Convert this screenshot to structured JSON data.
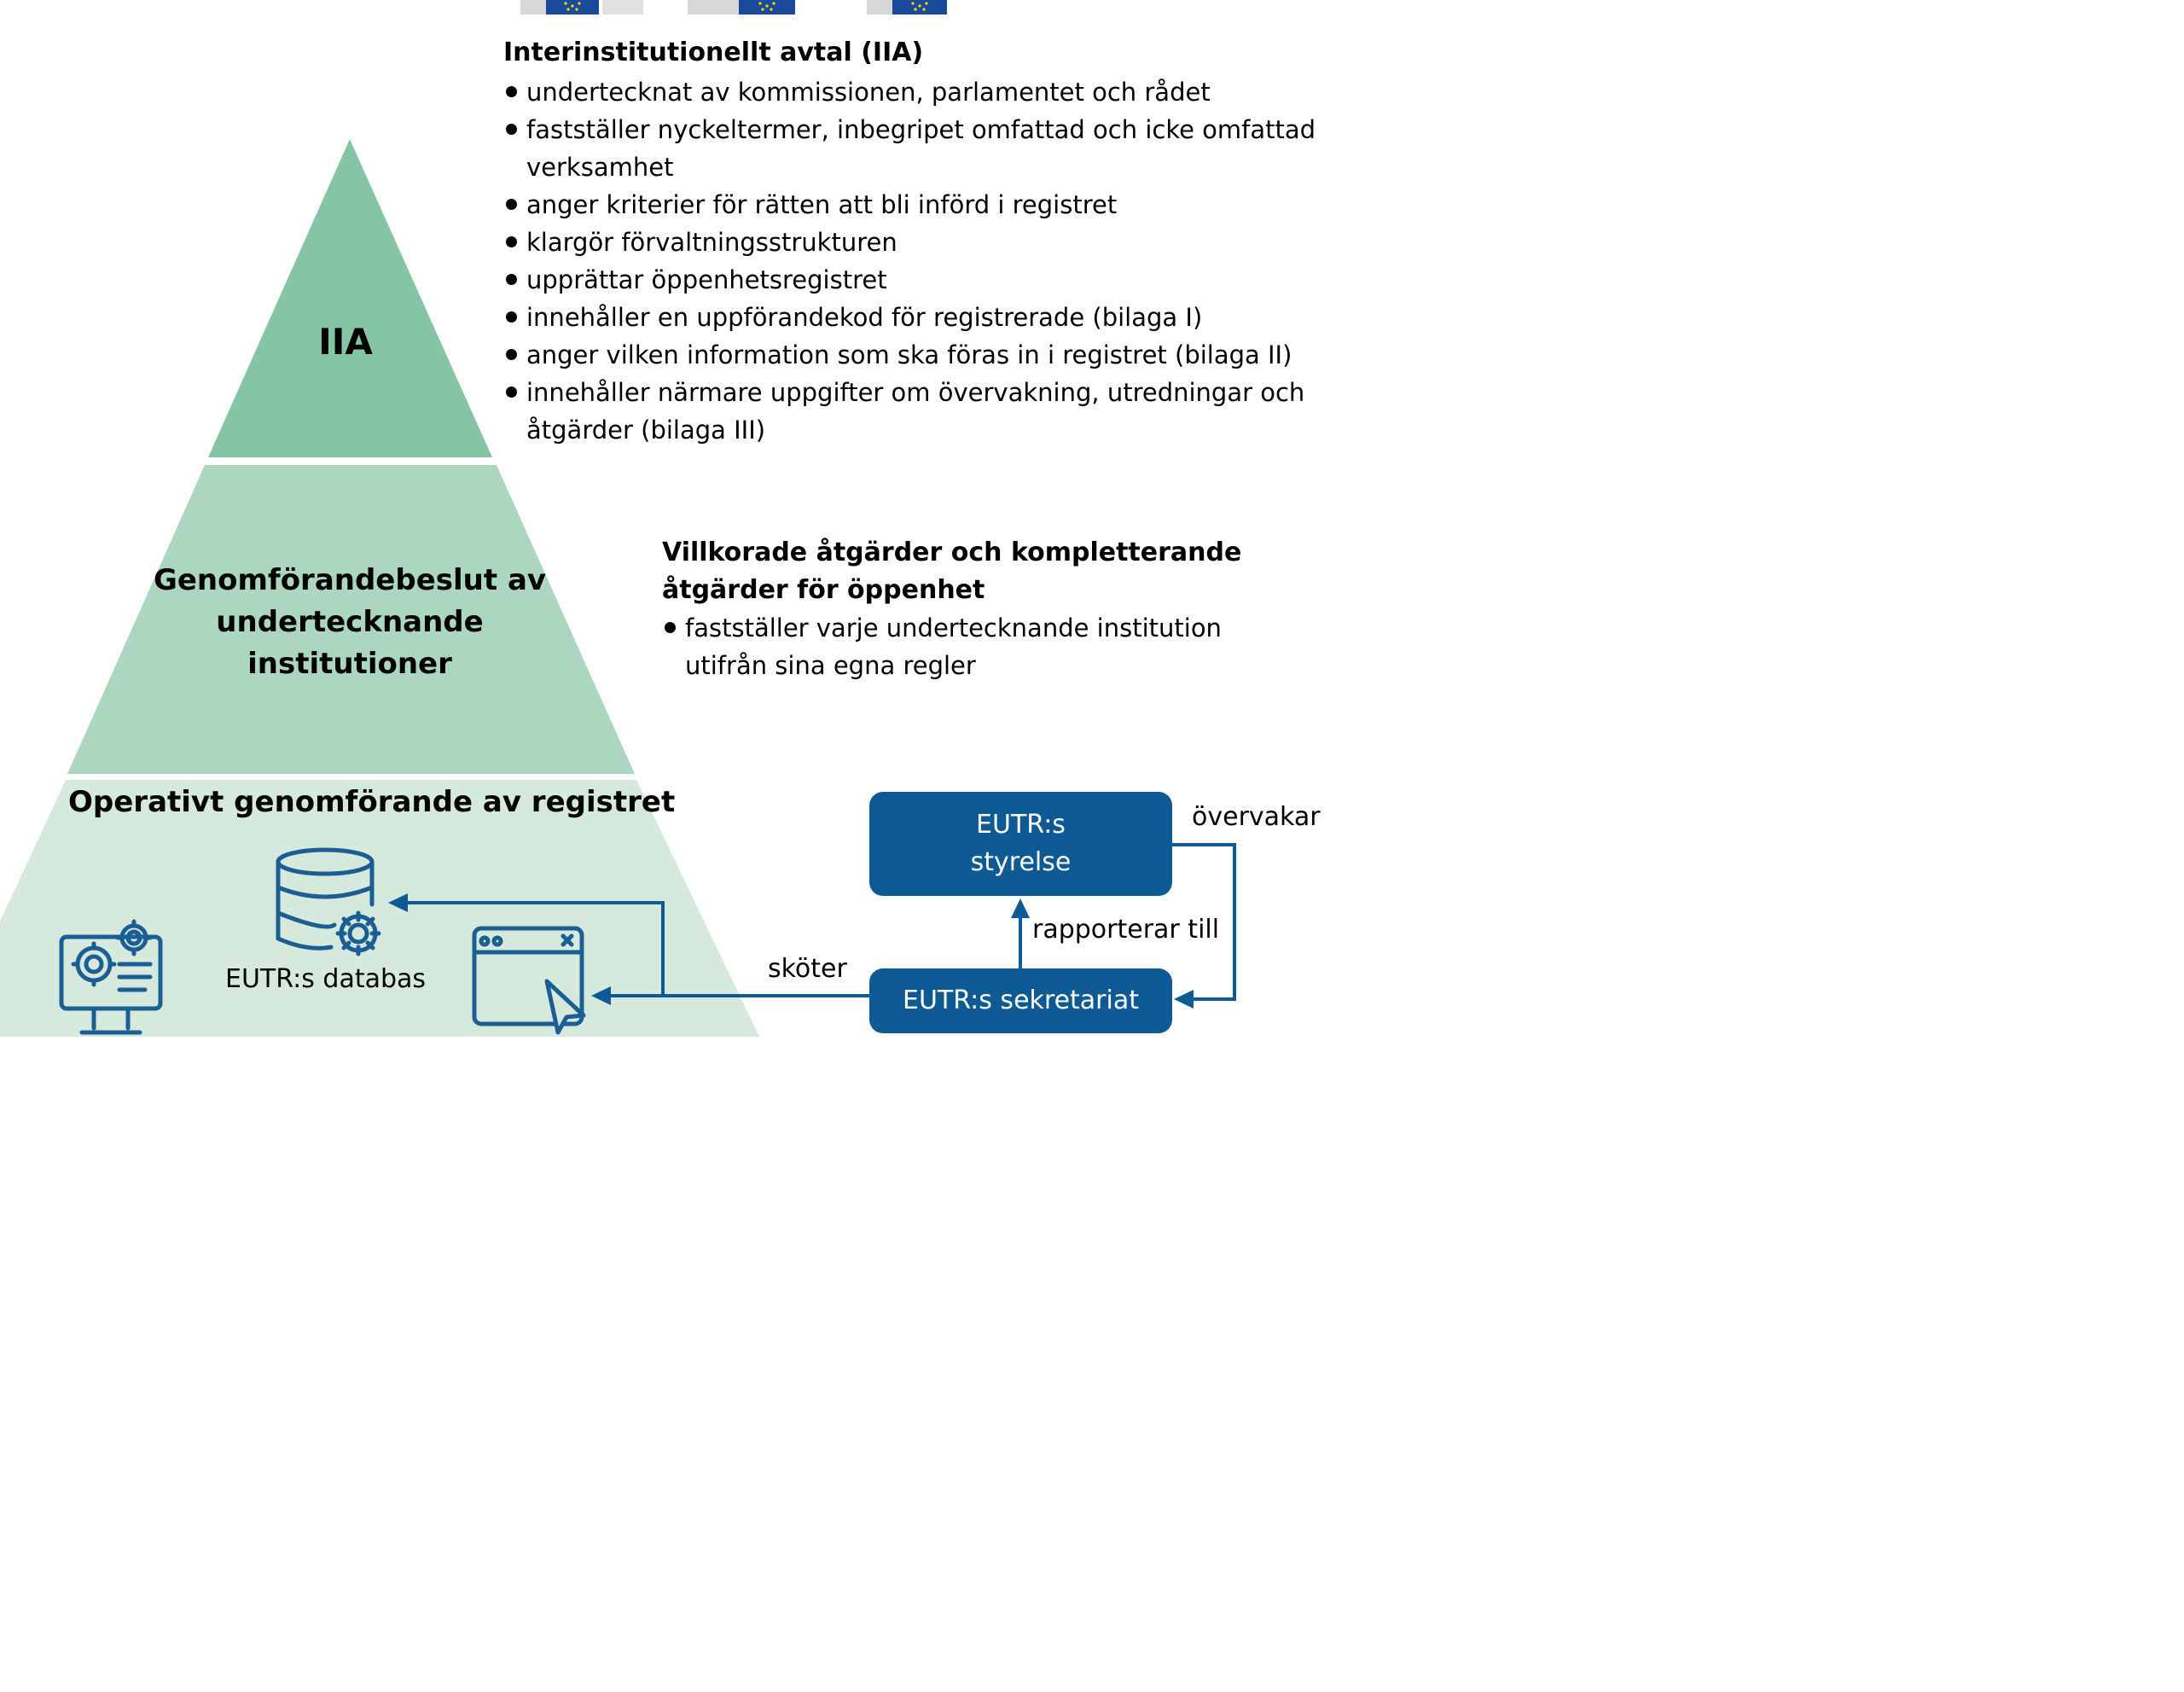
{
  "pyramid": {
    "tier1_label": "IIA",
    "tier2_label": "Genomförandebeslut av undertecknande institutioner",
    "tier3_label": "Operativt genomförande av registret",
    "database_label": "EUTR:s databas"
  },
  "iia_panel": {
    "title": "Interinstitutionellt avtal (IIA)",
    "items": [
      "undertecknat av kommissionen, parlamentet och rådet",
      "fastställer nyckeltermer, inbegripet omfattad och icke omfattad verksamhet",
      "anger kriterier för rätten att bli införd i registret",
      "klargör förvaltningsstrukturen",
      "upprättar öppenhetsregistret",
      "innehåller en uppförandekod för registrerade (bilaga I)",
      "anger vilken information som ska föras in i registret (bilaga II)",
      "innehåller närmare uppgifter om övervakning, utredningar och åtgärder (bilaga III)"
    ]
  },
  "conditional_panel": {
    "title": "Villkorade åtgärder och kompletterande åtgärder för öppenhet",
    "items": [
      "fastställer varje undertecknande institution utifrån sina egna regler"
    ]
  },
  "governance": {
    "board_line1": "EUTR:s",
    "board_line2": "styrelse",
    "secretariat": "EUTR:s sekretariat",
    "monitors_label": "övervakar",
    "reports_label": "rapporterar till",
    "manages_label": "sköter"
  },
  "icons": [
    "eu-flag-icon",
    "database-gear-icon",
    "computer-gear-icon",
    "browser-window-cursor-icon"
  ],
  "colors": {
    "tier1": "#85c5a5",
    "tier2": "#acd6c0",
    "tier3": "#d5e9dd",
    "primary_blue": "#0d5a95",
    "icon_blue": "#1b5e94"
  }
}
